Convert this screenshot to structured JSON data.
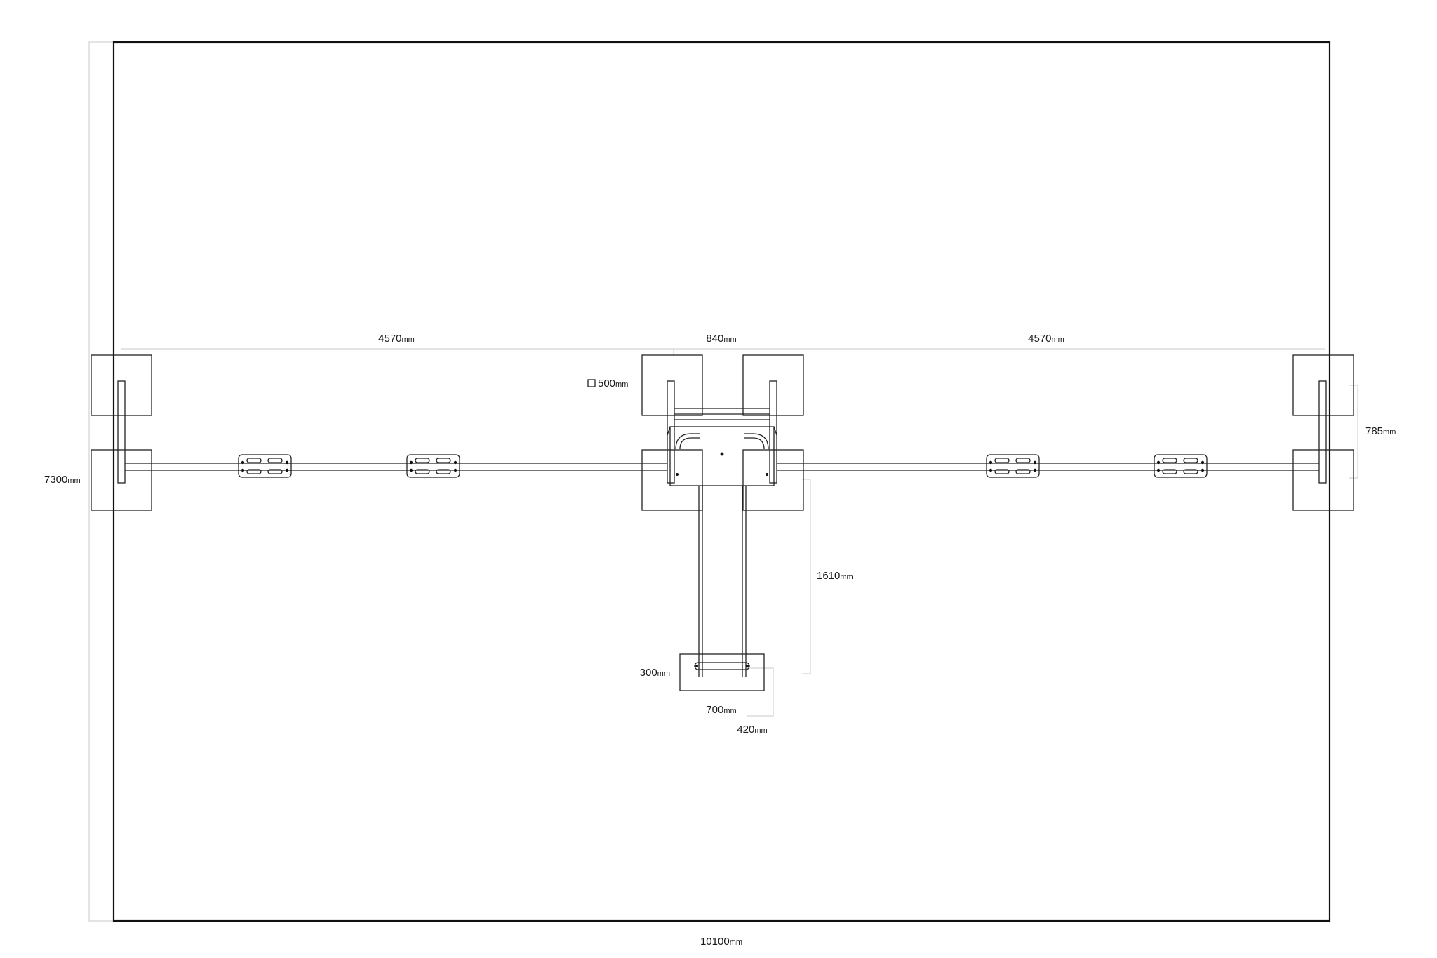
{
  "unit": "mm",
  "dimensions": {
    "overall_width": "10100",
    "overall_depth": "7300",
    "left_span": "4570",
    "center_gap": "840",
    "right_span": "4570",
    "pad_size": "500",
    "pad_depth": "785",
    "arm_length": "1610",
    "foot_depth": "300",
    "foot_width": "700",
    "foot_offset": "420"
  }
}
